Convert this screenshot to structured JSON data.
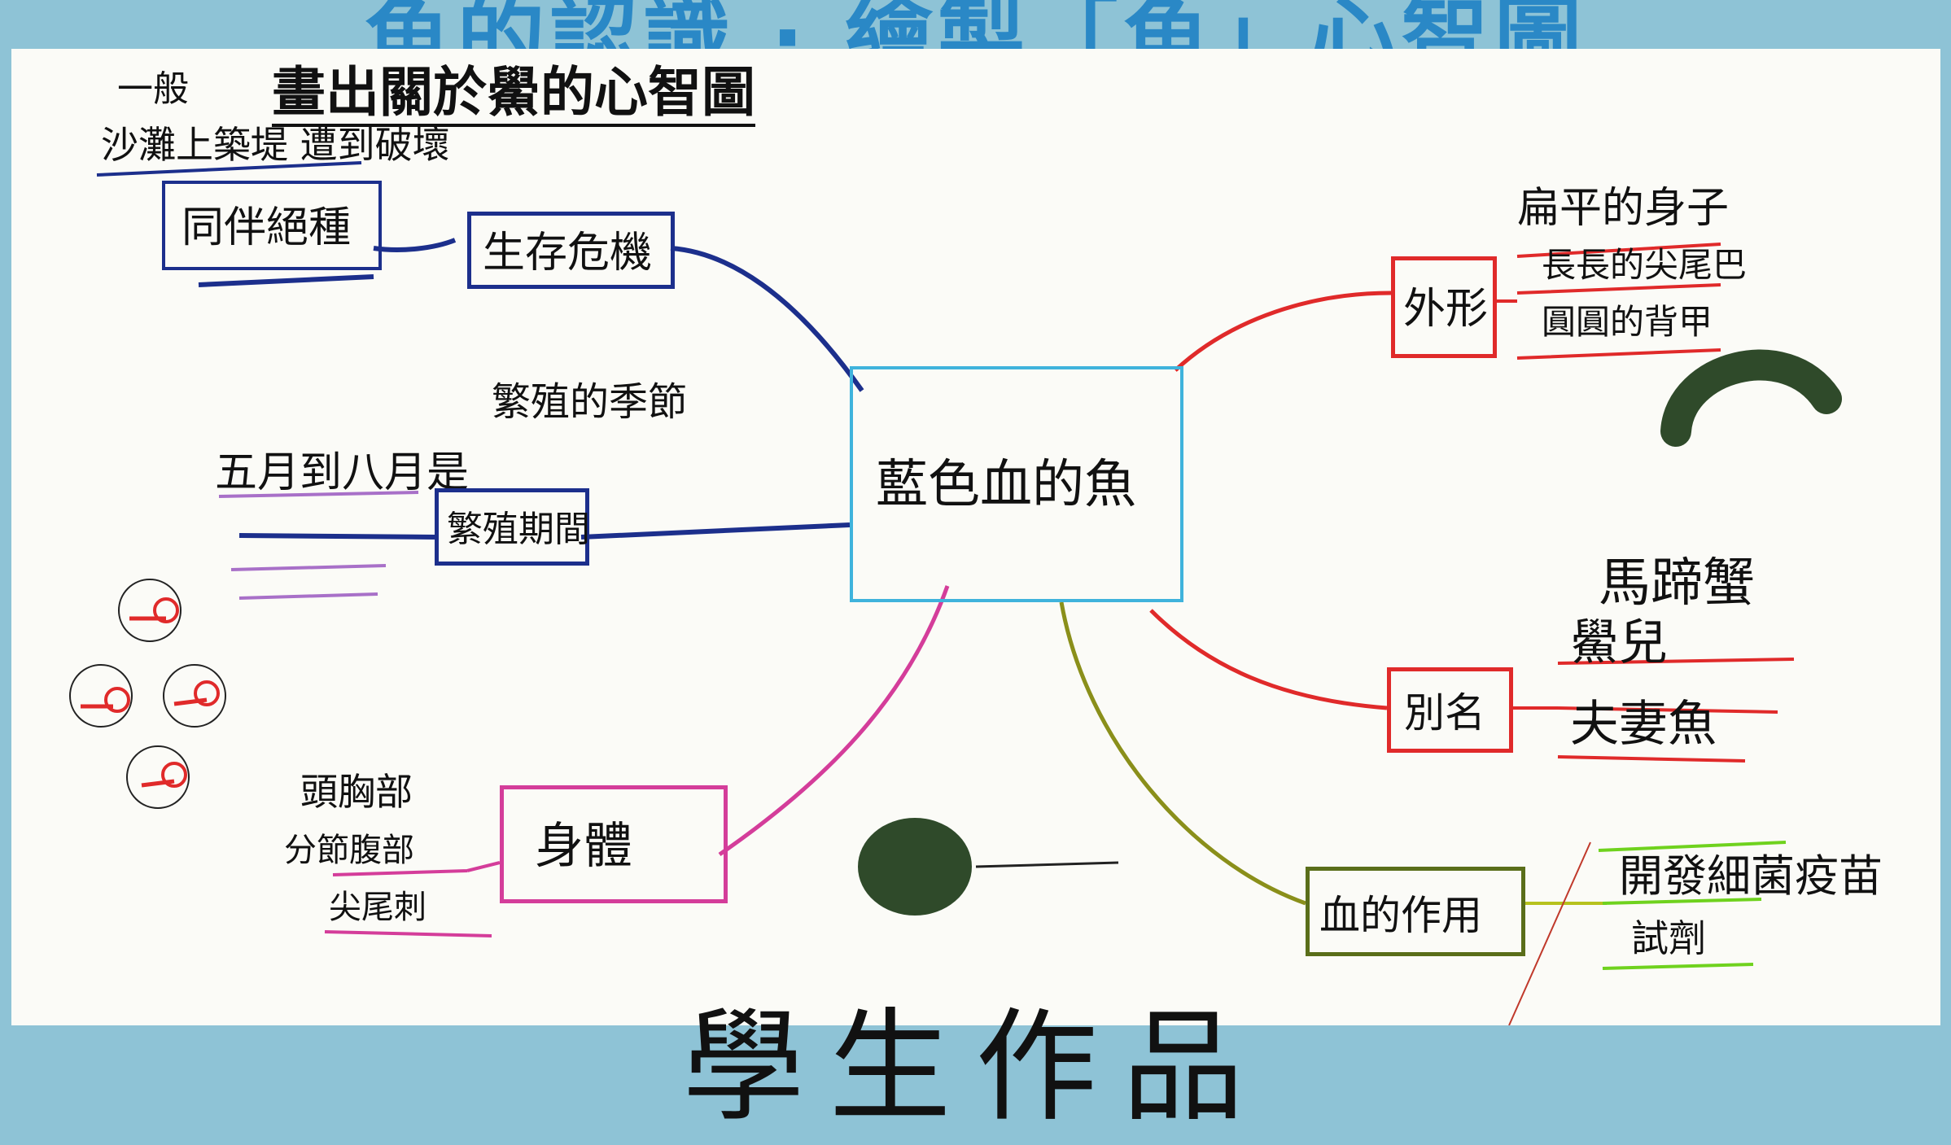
{
  "slide_title": "魚的認識 · 繪製「魚」心智圖",
  "map_heading": "畫出關於鱟的心智圖",
  "heading_prefix": "一般",
  "center_topic": "藍色血的魚",
  "branches": {
    "survival": {
      "label": "生存危機",
      "subitems": [
        "同伴絕種",
        "沙灘上築堤 遭到破壞"
      ]
    },
    "reproduction": {
      "label": "繁殖期間",
      "subitems": [
        "五月到八月是",
        "繁殖的季節"
      ]
    },
    "body": {
      "label": "身體",
      "subitems": [
        "頭胸部",
        "分節腹部",
        "尖尾刺"
      ]
    },
    "appearance": {
      "label": "外形",
      "subitems": [
        "扁平的身子",
        "長長的尖尾巴",
        "圓圓的背甲"
      ]
    },
    "alias": {
      "label": "別名",
      "subitems": [
        "馬蹄蟹",
        "鱟兒",
        "夫妻魚"
      ]
    },
    "blood_use": {
      "label": "血的作用",
      "subitems": [
        "開發細菌疫苗",
        "試劑"
      ]
    }
  },
  "bottom_caption": "學生作品",
  "colors": {
    "background": "#8ec3d6",
    "title": "#2a88c6",
    "center": "#3fb3dc",
    "survival": "#1c2f8c",
    "reproduction": "#a870c8",
    "body": "#d43d9a",
    "appearance": "#e02a2a",
    "alias": "#e02a2a",
    "blood_use": "#b7c21e",
    "drawing_dark": "#2f4a2a"
  }
}
